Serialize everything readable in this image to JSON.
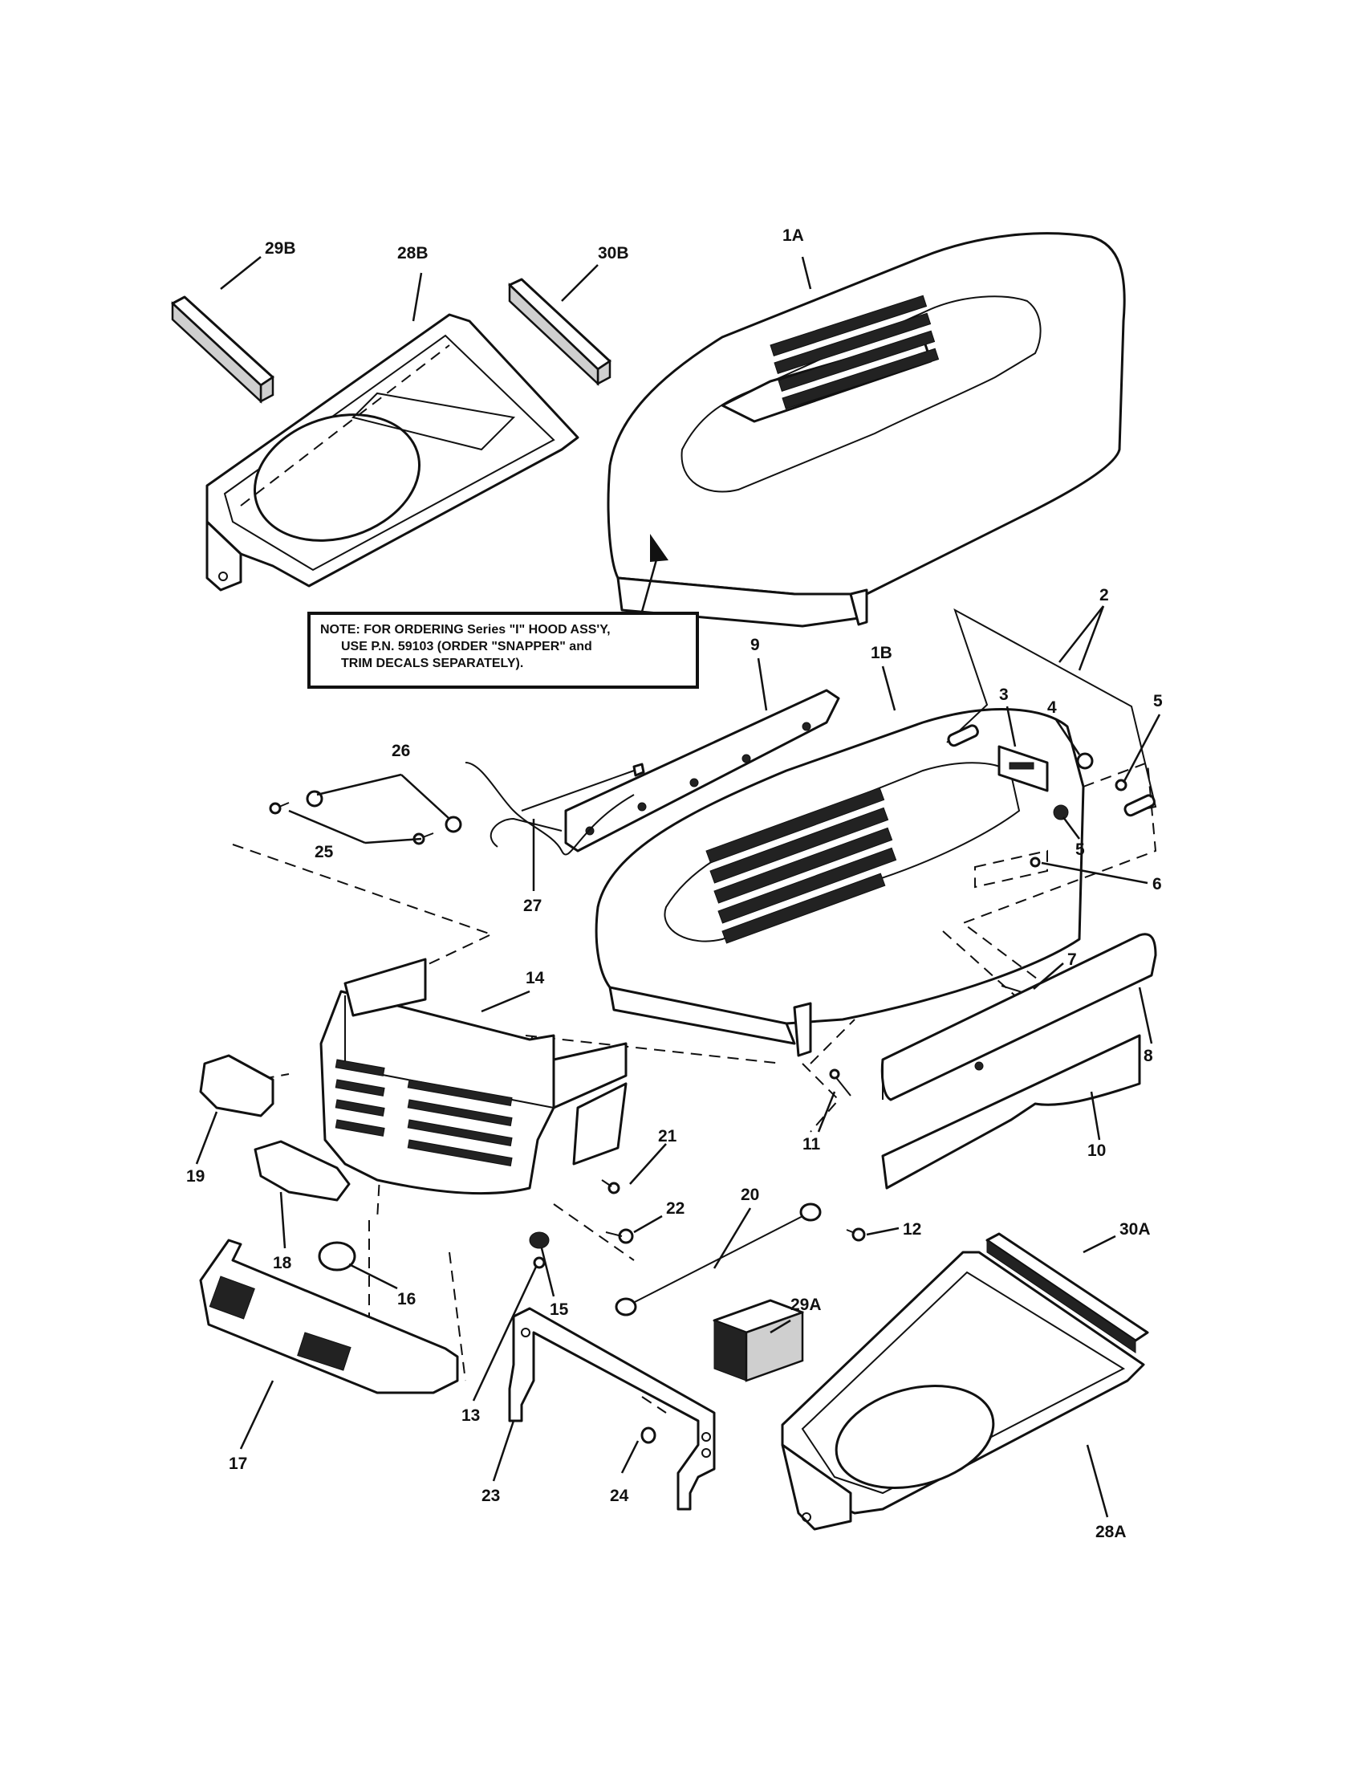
{
  "note": {
    "line1": "NOTE: FOR ORDERING Series \"I\" HOOD ASS'Y,",
    "line2": "USE P.N. 59103 (ORDER \"SNAPPER\" and",
    "line3": "TRIM DECALS SEPARATELY)."
  },
  "labels": {
    "l1A": "1A",
    "l1B": "1B",
    "l2": "2",
    "l3": "3",
    "l4": "4",
    "l5a": "5",
    "l5b": "5",
    "l6": "6",
    "l7": "7",
    "l8": "8",
    "l9": "9",
    "l10": "10",
    "l11": "11",
    "l12": "12",
    "l13": "13",
    "l14": "14",
    "l15": "15",
    "l16": "16",
    "l17": "17",
    "l18": "18",
    "l19": "19",
    "l20": "20",
    "l21": "21",
    "l22": "22",
    "l23": "23",
    "l24": "24",
    "l25": "25",
    "l26": "26",
    "l27": "27",
    "l28A": "28A",
    "l28B": "28B",
    "l29A": "29A",
    "l29B": "29B",
    "l30A": "30A",
    "l30B": "30B"
  }
}
